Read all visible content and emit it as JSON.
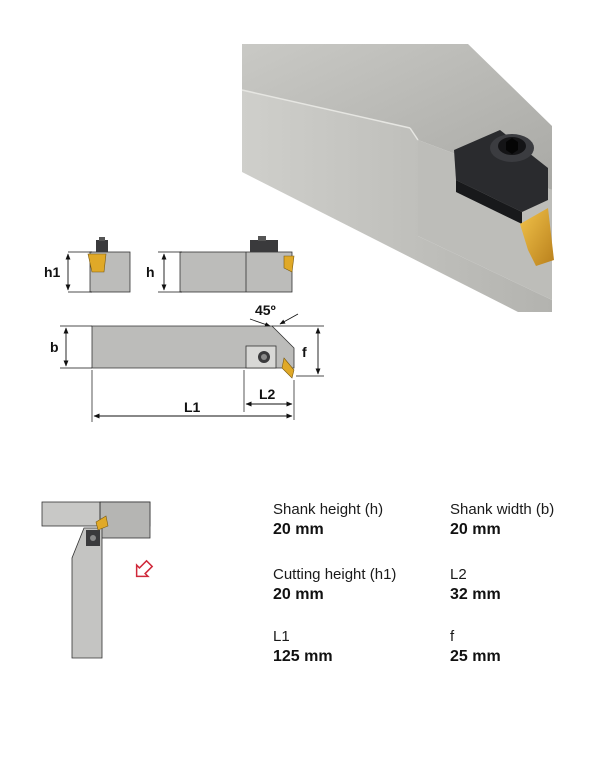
{
  "drawing_labels": {
    "h1": "h1",
    "h": "h",
    "b": "b",
    "angle": "45º",
    "f": "f",
    "L1": "L1",
    "L2": "L2"
  },
  "specs": [
    {
      "label": "Shank height (h)",
      "value": "20 mm"
    },
    {
      "label": "Shank width (b)",
      "value": "20 mm"
    },
    {
      "label": "Cutting height (h1)",
      "value": "20 mm"
    },
    {
      "label": "L2",
      "value": "32 mm"
    },
    {
      "label": "L1",
      "value": "125 mm"
    },
    {
      "label": "f",
      "value": "25 mm"
    }
  ],
  "colors": {
    "shank": "#b9b9b7",
    "insert": "#e0a928",
    "clamp": "#2a2b2e",
    "arrow": "#d0283a"
  }
}
